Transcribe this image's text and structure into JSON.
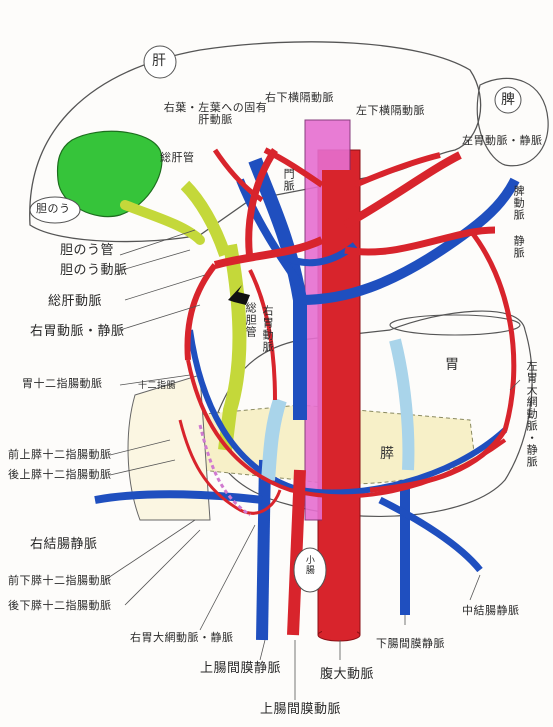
{
  "labels": {
    "liver": "肝",
    "spleen": "脾",
    "stomach": "胃",
    "pancreas": "膵",
    "duodenum": "十二指腸",
    "small_intestine": "小腸",
    "gallbladder": "胆のう",
    "right_left_lobe_proper_hepatic_artery": "右葉・左葉への固有肝動脈",
    "right_inferior_phrenic_artery": "右下横隔動脈",
    "left_inferior_phrenic_artery": "左下横隔動脈",
    "common_hepatic_duct": "総肝管",
    "portal_vein": "門脈",
    "left_gastric_artery_vein": "左胃動脈・静脈",
    "splenic_artery": "脾動脈",
    "splenic_vein": "静脈",
    "cystic_duct": "胆のう管",
    "cystic_artery": "胆のう動脈",
    "common_hepatic_artery": "総肝動脈",
    "common_bile_duct": "総胆管",
    "right_gastric_artery_vein": "右胃動脈・静脈",
    "right_gastric_artery_vertical": "右胃動脈",
    "gastroduodenal_artery": "胃十二指腸動脈",
    "left_gastroepiploic": "左胃大網動脈・静脈",
    "anterior_superior_pd_artery": "前上膵十二指腸動脈",
    "posterior_superior_pd_artery": "後上膵十二指腸動脈",
    "right_colic_vein": "右結腸静脈",
    "anterior_inferior_pd_artery": "前下膵十二指腸動脈",
    "posterior_inferior_pd_artery": "後下膵十二指腸動脈",
    "right_gastroepiploic": "右胃大網動脈・静脈",
    "superior_mesenteric_vein": "上腸間膜静脈",
    "abdominal_aorta": "腹大動脈",
    "inferior_mesenteric_vein": "下腸間膜静脈",
    "middle_colic_vein": "中結腸静脈",
    "superior_mesenteric_artery": "上腸間膜動脈"
  },
  "colors": {
    "artery": "#d8242c",
    "vein": "#1f4fbf",
    "aorta_pink": "#e66fd0",
    "gallbladder": "#36c43a",
    "bile_duct": "#c4d83a",
    "pancreas": "#f7f0c8",
    "portal_light": "#a9d4ea"
  }
}
